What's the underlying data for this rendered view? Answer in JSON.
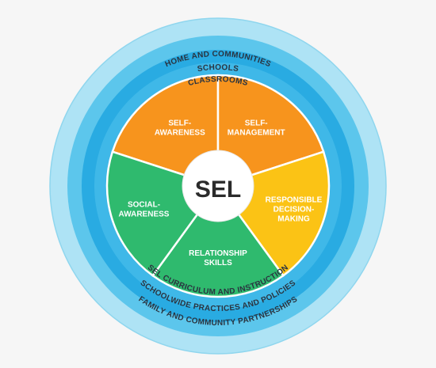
{
  "outer_rings": {
    "top": [
      "HOME AND COMMUNITIES",
      "SCHOOLS",
      "CLASSROOMS"
    ],
    "bottom": [
      "SEL CURRICULUM AND INSTRUCTION",
      "SCHOOLWIDE PRACTICES AND POLICIES",
      "FAMILY AND COMMUNITY PARTNERSHIPS"
    ]
  },
  "center": {
    "label": "SEL"
  },
  "segments": [
    {
      "id": "self-awareness",
      "lines": [
        "SELF-",
        "AWARENESS"
      ],
      "color": "#f7941d",
      "text_color": "#ffffff"
    },
    {
      "id": "self-management",
      "lines": [
        "SELF-",
        "MANAGEMENT"
      ],
      "color": "#f7941d",
      "text_color": "#ffffff"
    },
    {
      "id": "responsible-decision-making",
      "lines": [
        "RESPONSIBLE",
        "DECISION-",
        "MAKING"
      ],
      "color": "#fbc315",
      "text_color": "#ffffff"
    },
    {
      "id": "relationship-skills",
      "lines": [
        "RELATIONSHIP",
        "SKILLS"
      ],
      "color": "#2fba6e",
      "text_color": "#2d3a3a"
    },
    {
      "id": "social-awareness",
      "lines": [
        "SOCIAL-",
        "AWARENESS"
      ],
      "color": "#2fba6e",
      "text_color": "#ffffff"
    }
  ],
  "colors": {
    "ring_outer": "#aee3f5",
    "ring_middle": "#5cc6ec",
    "ring_inner": "#29abe2",
    "background": "#f6f6f6"
  }
}
